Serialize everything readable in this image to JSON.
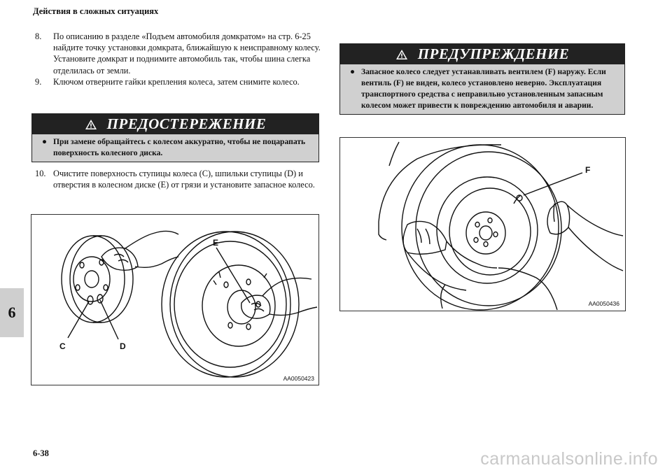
{
  "header": {
    "title": "Действия в сложных ситуациях"
  },
  "chapter_tab": "6",
  "steps": [
    {
      "num": "8.",
      "text": "По описанию в разделе «Подъем автомобиля домкратом» на стр. 6-25 найдите точку установки домкрата, ближайшую к неисправному колесу. Установите домкрат и поднимите автомобиль так, чтобы шина слегка отделилась от земли."
    },
    {
      "num": "9.",
      "text": "Ключом отверните гайки крепления колеса, затем снимите колесо."
    }
  ],
  "caution": {
    "title": "ПРЕДОСТЕРЕЖЕНИЕ",
    "bullet": "●",
    "text": "При замене обращайтесь с колесом аккуратно, чтобы не поцарапать поверхность колесного диска."
  },
  "step10": {
    "num": "10.",
    "text": "Очистите поверхность ступицы колеса (C), шпильки ступицы (D) и отверстия в колесном диске (E) от грязи и установите запасное колесо."
  },
  "figure1": {
    "code": "AA0050423",
    "labels": {
      "c": "C",
      "d": "D",
      "e": "E"
    }
  },
  "warning": {
    "title": "ПРЕДУПРЕЖДЕНИЕ",
    "bullet": "●",
    "text": "Запасное колесо следует устанавливать вентилем (F) наружу. Если вентиль (F) не виден, колесо установлено неверно. Эксплуатация транспортного средства с неправильно установленным запасным колесом может привести к повреждению автомобиля и аварии."
  },
  "figure2": {
    "code": "AA0050436",
    "labels": {
      "f": "F"
    }
  },
  "page_number": "6-38",
  "watermark": "carmanualsonline.info"
}
